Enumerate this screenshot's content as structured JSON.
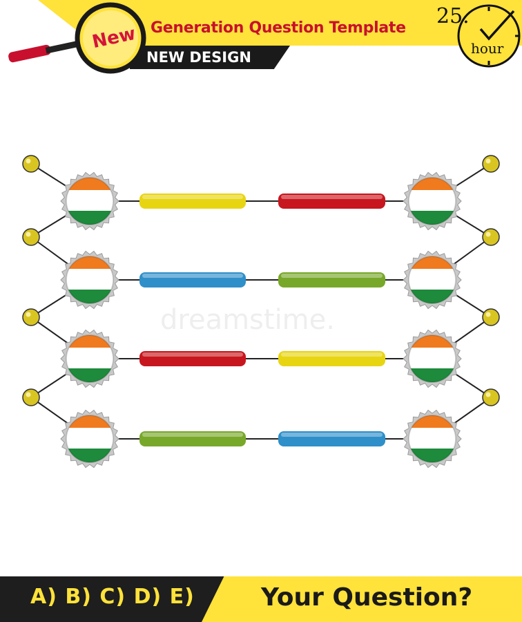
{
  "header": {
    "badge": "New",
    "title": "Generation Question Template",
    "subtitle": "NEW DESIGN"
  },
  "clock": {
    "number": "25.",
    "unit": "hour",
    "icon": "checkmark-clock-icon"
  },
  "watermark": "dreamstime.",
  "footer": {
    "answers": "A) B) C) D) E)",
    "question": "Your Question?"
  },
  "colors": {
    "header_yellow": "#ffe23a",
    "header_red": "#c8102e",
    "dark": "#1a1a1a",
    "flag_orange": "#f07a1e",
    "flag_white": "#ffffff",
    "flag_green": "#1d8a3c",
    "node_ball": "#d9c522",
    "bar_yellow": "#e8d512",
    "bar_red": "#c8161e",
    "bar_blue": "#2f8fc9",
    "bar_green": "#78a82a"
  },
  "diagram": {
    "rows": [
      {
        "left_bar": "bar_yellow",
        "right_bar": "bar_red"
      },
      {
        "left_bar": "bar_blue",
        "right_bar": "bar_green"
      },
      {
        "left_bar": "bar_red",
        "right_bar": "bar_yellow"
      },
      {
        "left_bar": "bar_green",
        "right_bar": "bar_blue"
      }
    ],
    "cap_flag": "india-flag-bottle-cap-icon"
  }
}
